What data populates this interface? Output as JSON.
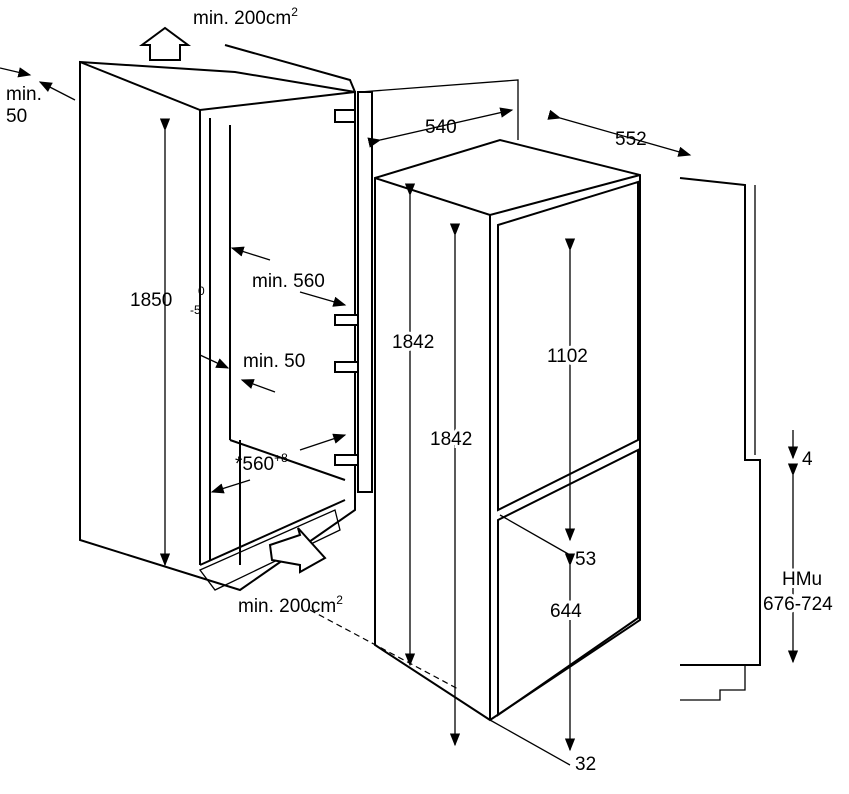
{
  "labels": {
    "vent_top": "min. 200cm",
    "vent_top_sup": "2",
    "gap_top": "min.",
    "gap_top_val": "50",
    "niche_height": "1850",
    "niche_height_tol_upper": "0",
    "niche_height_tol_lower": "-5",
    "min_depth": "min. 560",
    "min_gap": "min. 50",
    "niche_width": "*560",
    "niche_width_tol": "+8",
    "vent_bottom": "min. 200cm",
    "vent_bottom_sup": "2",
    "width": "540",
    "depth": "552",
    "height_side": "1842",
    "height_front": "1842",
    "upper_door": "1102",
    "door_gap": "53",
    "lower_door": "644",
    "foot": "32",
    "hmu_gap": "4",
    "hmu": "HMu",
    "hmu_range": "676-724"
  }
}
